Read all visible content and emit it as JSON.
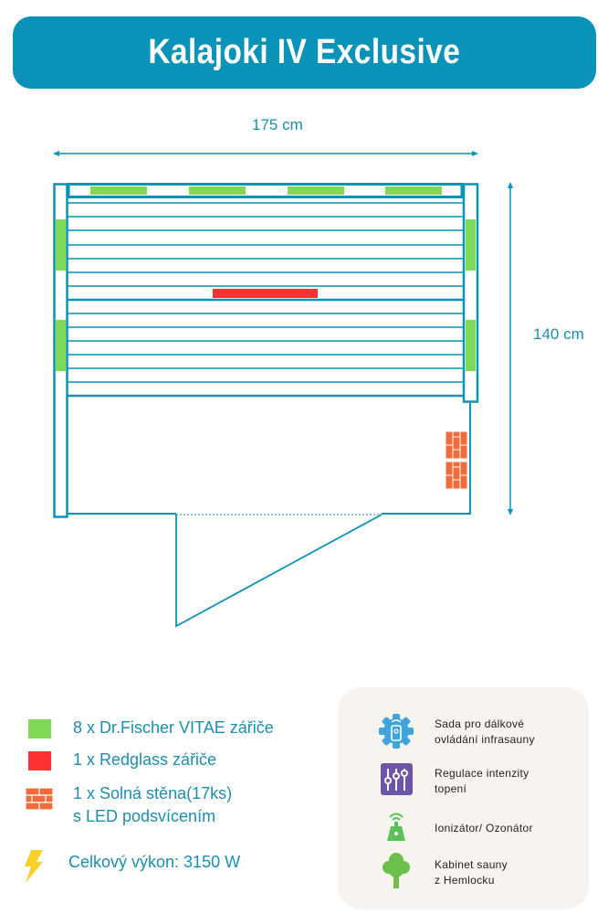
{
  "title": "Kalajoki IV Exclusive",
  "dimensions": {
    "width": "175 cm",
    "depth": "140 cm"
  },
  "colors": {
    "accent": "#0a93b9",
    "text": "#1a8fb0",
    "green_emitter": "#7ed957",
    "red_emitter": "#ff3131",
    "salt_wall": "#f26b3a",
    "panel_bg": "#f7f4ef"
  },
  "legend": [
    {
      "icon": "green-square",
      "text": "8 x Dr.Fischer VITAE zářiče"
    },
    {
      "icon": "red-square",
      "text": "1 x Redglass zářiče"
    },
    {
      "icon": "brick-icon",
      "text": "1 x Solná stěna(17ks)",
      "text2": "s LED podsvícením"
    },
    {
      "icon": "lightning-icon",
      "text": "Celkový výkon: 3150 W"
    }
  ],
  "features": [
    {
      "icon": "remote-gear-icon",
      "line1": "Sada pro dálkové",
      "line2": "ovládání infrasauny"
    },
    {
      "icon": "sliders-icon",
      "line1": "Regulace intenzity",
      "line2": "topení"
    },
    {
      "icon": "ionizer-icon",
      "line1": "Ionizátor/ Ozonátor",
      "line2": ""
    },
    {
      "icon": "tree-icon",
      "line1": "Kabinet sauny",
      "line2": "z Hemlocku"
    }
  ]
}
